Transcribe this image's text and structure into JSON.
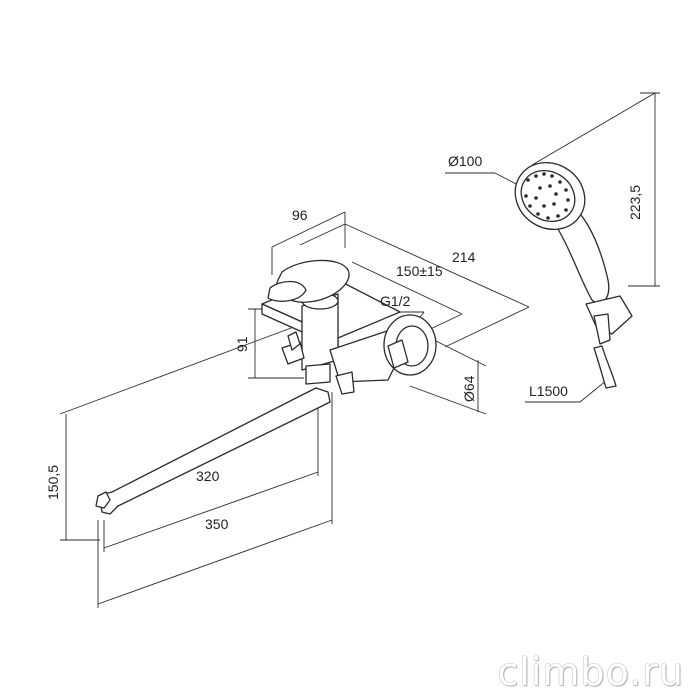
{
  "dimensions": {
    "d96": "96",
    "d214": "214",
    "d150_15": "150±15",
    "g12": "G1/2",
    "d91": "91",
    "d64": "Ø64",
    "d150_5": "150,5",
    "d320": "320",
    "d350": "350",
    "d100": "Ø100",
    "d223_5": "223,5",
    "l1500": "L1500"
  },
  "watermark": "climbo.ru"
}
